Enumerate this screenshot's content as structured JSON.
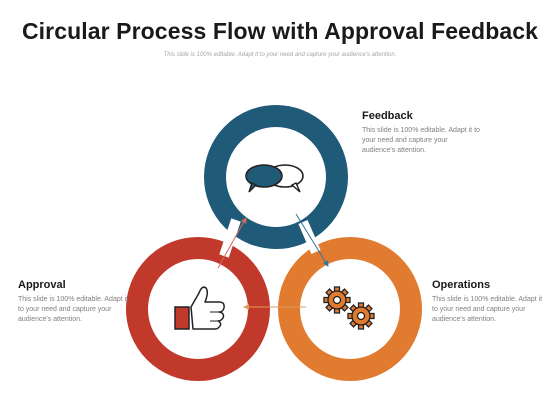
{
  "title": "Circular Process Flow with Approval Feedback",
  "subtitle": "This slide is 100% editable. Adapt it to your need and capture your audience's attention.",
  "colors": {
    "feedback": "#1f5a78",
    "approval": "#c0392b",
    "operations": "#e07b30"
  },
  "nodes": [
    {
      "id": "feedback",
      "heading": "Feedback",
      "text": "This slide is 100% editable. Adapt it to your need and capture your audience's attention.",
      "icon": "speech-bubbles-icon"
    },
    {
      "id": "approval",
      "heading": "Approval",
      "text": "This slide is 100% editable. Adapt it to your need and capture your audience's attention.",
      "icon": "thumbs-up-icon"
    },
    {
      "id": "operations",
      "heading": "Operations",
      "text": "This slide is 100% editable. Adapt it to your need and capture your audience's attention.",
      "icon": "gears-icon"
    }
  ],
  "flow": [
    "approval",
    "feedback",
    "operations",
    "approval"
  ]
}
